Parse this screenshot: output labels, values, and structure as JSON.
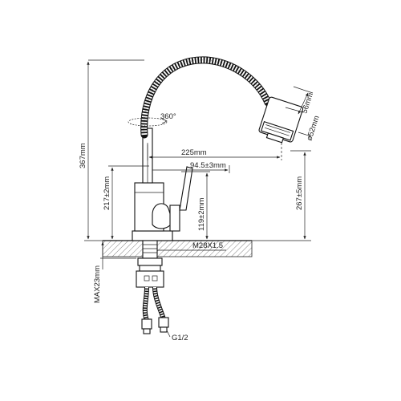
{
  "drawing": {
    "labels": {
      "total_height": "367mm",
      "swivel": "360°",
      "reach": "225mm",
      "spout_offset": "94.5±3mm",
      "body_height": "217±2mm",
      "handle_height": "119±2mm",
      "outlet_height": "267±5mm",
      "aerator_length": "56mm",
      "aerator_diameter": "ø52mm",
      "thread": "M28X1.5",
      "counter_thickness": "MAX23mm",
      "hose_thread": "G1/2"
    }
  }
}
